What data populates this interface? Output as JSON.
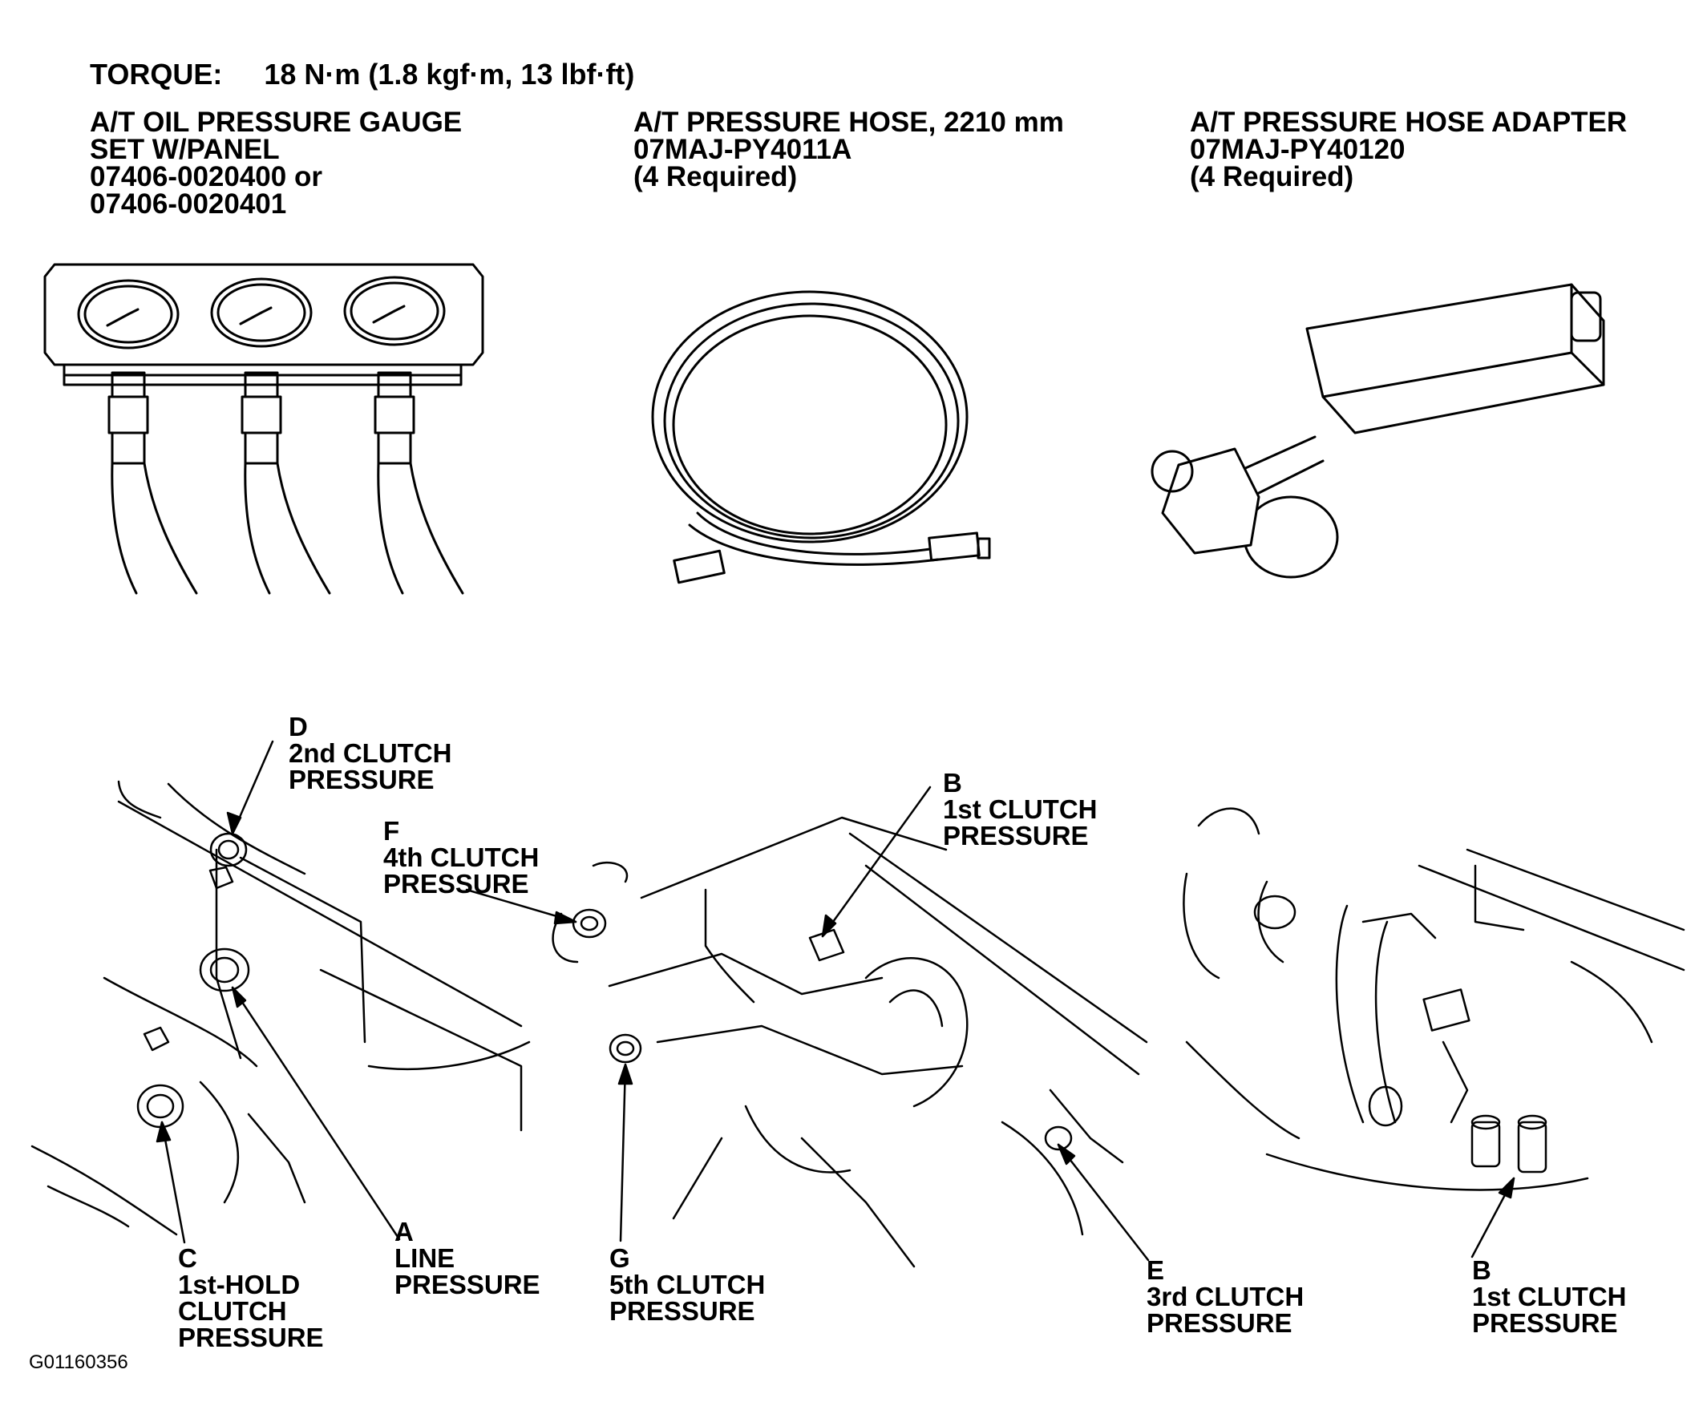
{
  "torque": {
    "label": "TORQUE:",
    "value": "18 N·m (1.8 kgf·m, 13 lbf·ft)"
  },
  "tools": [
    {
      "lines": [
        "A/T OIL PRESSURE GAUGE",
        "SET W/PANEL",
        "07406-0020400 or",
        "07406-0020401"
      ]
    },
    {
      "lines": [
        "A/T PRESSURE HOSE, 2210 mm",
        "07MAJ-PY4011A",
        "(4 Required)"
      ]
    },
    {
      "lines": [
        "A/T PRESSURE HOSE ADAPTER",
        "07MAJ-PY40120",
        "(4 Required)"
      ]
    }
  ],
  "callouts": {
    "D": {
      "letter": "D",
      "lines": [
        "2nd CLUTCH",
        "PRESSURE"
      ]
    },
    "F": {
      "letter": "F",
      "lines": [
        "4th CLUTCH",
        "PRESSURE"
      ]
    },
    "B_top": {
      "letter": "B",
      "lines": [
        "1st CLUTCH",
        "PRESSURE"
      ]
    },
    "C": {
      "letter": "C",
      "lines": [
        "1st-HOLD",
        "CLUTCH",
        "PRESSURE"
      ]
    },
    "A": {
      "letter": "A",
      "lines": [
        "LINE",
        "PRESSURE"
      ]
    },
    "G": {
      "letter": "G",
      "lines": [
        "5th CLUTCH",
        "PRESSURE"
      ]
    },
    "E": {
      "letter": "E",
      "lines": [
        "3rd CLUTCH",
        "PRESSURE"
      ]
    },
    "B_bottom": {
      "letter": "B",
      "lines": [
        "1st CLUTCH",
        "PRESSURE"
      ]
    }
  },
  "figure_id": "G01160356"
}
